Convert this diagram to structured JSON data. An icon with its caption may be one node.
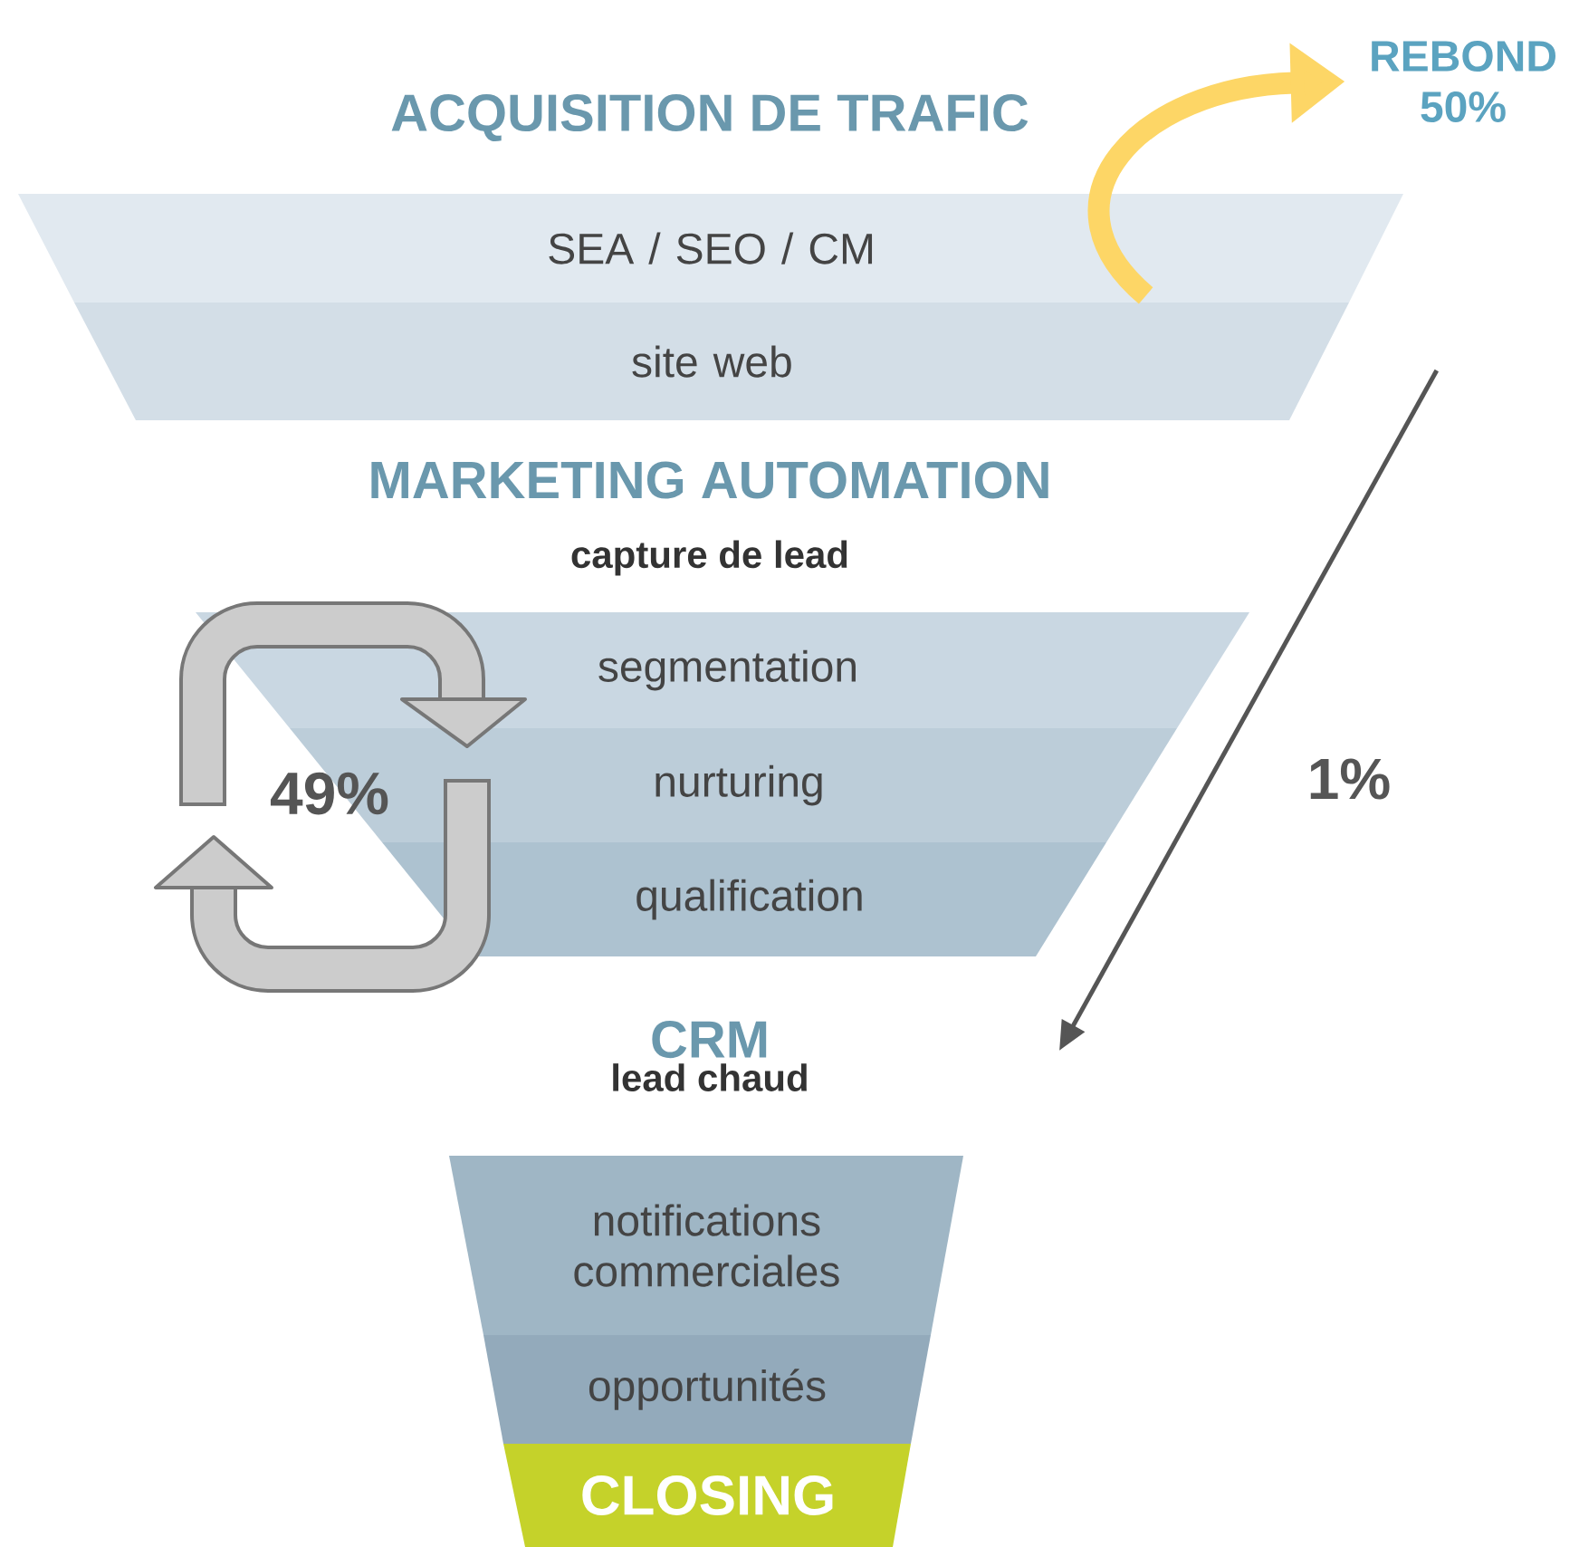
{
  "diagram": {
    "nodes": [
      {
        "text": [
          "SEA / SEO / CM"
        ]
      },
      {
        "text": [
          "site web"
        ]
      },
      {
        "text": [
          "segmentation"
        ]
      },
      {
        "text": [
          "nurturing"
        ]
      },
      {
        "text": [
          "qualification"
        ]
      },
      {
        "text": [
          "notifications commerciales"
        ]
      },
      {
        "text": [
          "opportunités"
        ]
      },
      {
        "text": [
          "CLOSING"
        ]
      },
      {
        "text": [
          "REBOND 50%"
        ]
      },
      {
        "text": [
          "CRM",
          "lead chaud"
        ]
      }
    ],
    "edges": [
      {
        "from": 0,
        "to": 8,
        "arrow": "to",
        "style": "thick",
        "color": "#fdd666"
      },
      {
        "from": 1,
        "to": null,
        "arrow": "to",
        "label": "1%",
        "color": "#555555"
      }
    ],
    "labels": [
      "ACQUISITION DE TRAFIC",
      "MARKETING AUTOMATION",
      "capture de lead",
      "49%"
    ]
  }
}
